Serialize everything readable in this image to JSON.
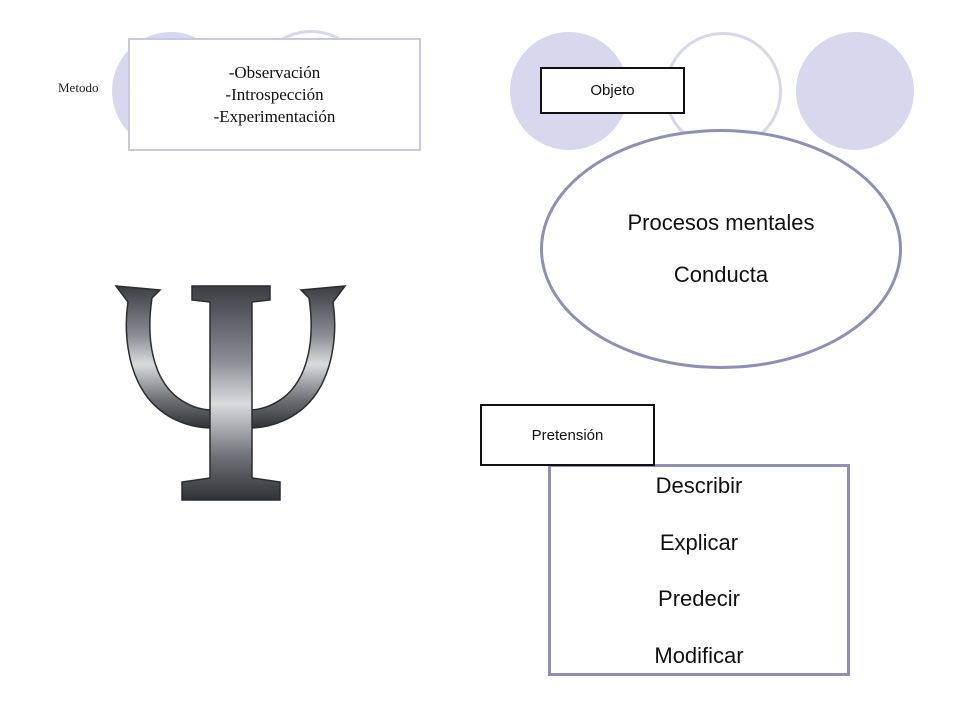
{
  "metodo": {
    "label": "Metodo",
    "items": [
      "-Observación",
      "-Introspección",
      "-Experimentación"
    ]
  },
  "objeto": {
    "label": "Objeto",
    "items": [
      "Procesos mentales",
      "Conducta"
    ]
  },
  "pretension": {
    "label": "Pretensión",
    "items": [
      "Describir",
      "Explicar",
      "Predecir",
      "Modificar"
    ]
  },
  "symbol": {
    "icon": "psi-symbol-icon"
  },
  "colors": {
    "circle_fill": "#d7d7ee",
    "shape_border": "#8e8eb6",
    "box_border": "#c9c9e6"
  }
}
